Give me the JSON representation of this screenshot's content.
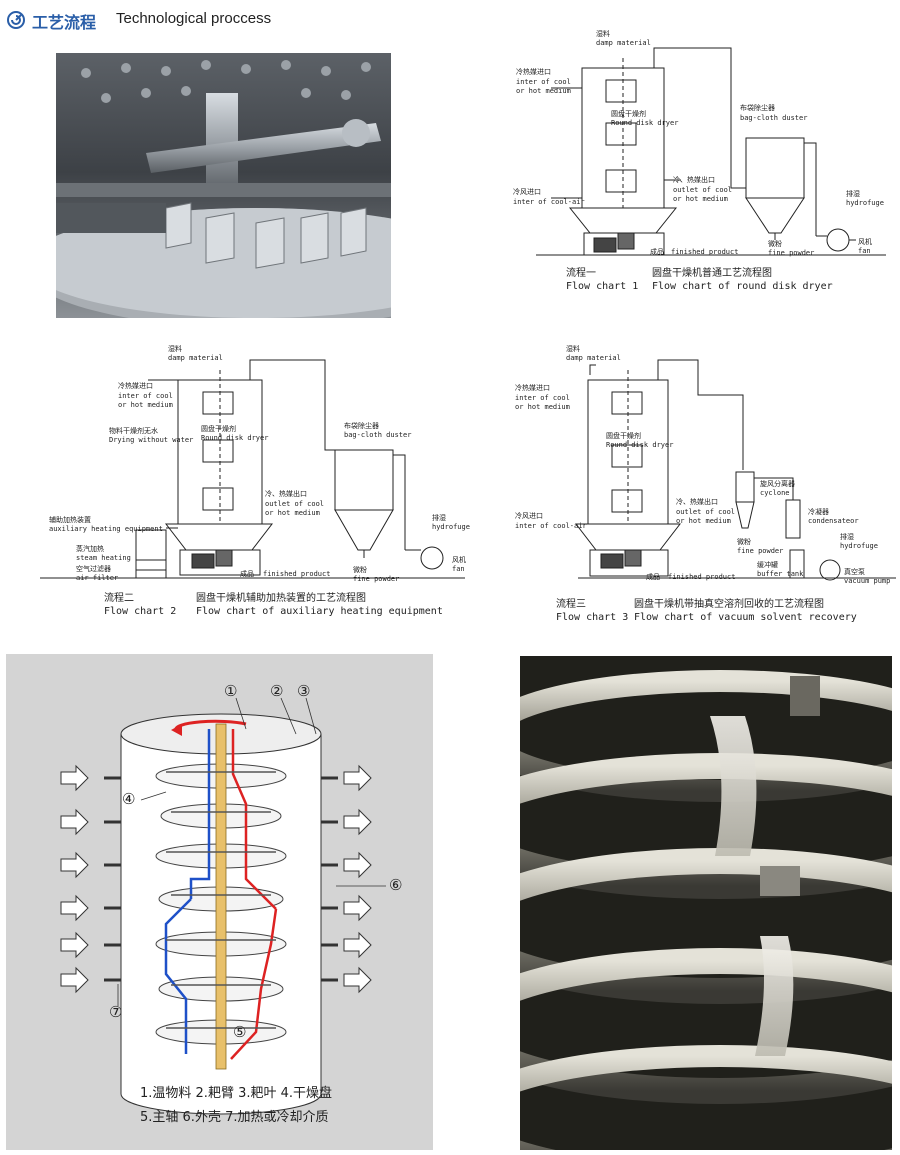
{
  "header": {
    "title_zh": "工艺流程",
    "title_en": "Technological proccess"
  },
  "chart1": {
    "damp_zh": "湿料",
    "damp_en": "damp material",
    "inlet_zh": "冷热媒进口",
    "inlet_en1": "inter of cool",
    "inlet_en2": "or hot medium",
    "disk_zh": "圆盘干燥剂",
    "disk_en": "Round disk dryer",
    "outlet_zh": "冷、热媒出口",
    "outlet_en1": "outlet of cool",
    "outlet_en2": "or hot medium",
    "air_zh": "冷风进口",
    "air_en": "inter of cool-air",
    "product_zh": "成品",
    "product_en": "finished product",
    "duster_zh": "布袋除尘器",
    "duster_en": "bag-cloth duster",
    "powder_zh": "微粉",
    "powder_en": "fine powder",
    "hydro_zh": "排湿",
    "hydro_en": "hydrofuge",
    "fan_zh": "风机",
    "fan_en": "fan",
    "caption_label_zh": "流程一",
    "caption_label_en": "Flow chart 1",
    "caption_zh": "圆盘干燥机普通工艺流程图",
    "caption_en": "Flow chart of round disk dryer"
  },
  "chart2": {
    "damp_zh": "湿料",
    "damp_en": "damp material",
    "inlet_zh": "冷热媒进口",
    "inlet_en1": "inter of cool",
    "inlet_en2": "or hot medium",
    "water_zh": "物料干燥剂无水",
    "water_en": "Drying without water",
    "disk_zh": "圆盘干燥剂",
    "disk_en": "Round disk dryer",
    "outlet_zh": "冷、热媒出口",
    "outlet_en1": "outlet of cool",
    "outlet_en2": "or hot medium",
    "aux_zh": "辅助加热装置",
    "aux_en": "auxiliary heating equipment",
    "steam_zh": "蒸汽加热",
    "steam_en": "steam heating",
    "filter_zh": "空气过滤器",
    "filter_en": "air filter",
    "product_zh": "成品",
    "product_en": "finished product",
    "duster_zh": "布袋除尘器",
    "duster_en": "bag-cloth duster",
    "powder_zh": "微粉",
    "powder_en": "fine powder",
    "hydro_zh": "排湿",
    "hydro_en": "hydrofuge",
    "fan_zh": "风机",
    "fan_en": "fan",
    "caption_label_zh": "流程二",
    "caption_label_en": "Flow chart 2",
    "caption_zh": "圆盘干燥机辅助加热装置的工艺流程图",
    "caption_en": "Flow chart of auxiliary heating equipment"
  },
  "chart3": {
    "damp_zh": "湿料",
    "damp_en": "damp material",
    "inlet_zh": "冷热媒进口",
    "inlet_en1": "inter of cool",
    "inlet_en2": "or hot medium",
    "disk_zh": "圆盘干燥剂",
    "disk_en": "Round disk dryer",
    "outlet_zh": "冷、热媒出口",
    "outlet_en1": "outlet of cool",
    "outlet_en2": "or hot medium",
    "air_zh": "冷风进口",
    "air_en": "inter of cool-air",
    "product_zh": "成品",
    "product_en": "finished product",
    "cyclone_zh": "旋风分离器",
    "cyclone_en": "cyclone",
    "cond_zh": "冷凝器",
    "cond_en": "condensateor",
    "powder_zh": "微粉",
    "powder_en": "fine powder",
    "buffer_zh": "缓冲罐",
    "buffer_en": "buffer tank",
    "hydro_zh": "排湿",
    "hydro_en": "hydrofuge",
    "pump_zh": "真空泵",
    "pump_en": "vacuum pump",
    "caption_label_zh": "流程三",
    "caption_label_en": "Flow chart 3",
    "caption_zh": "圆盘干燥机带抽真空溶剂回收的工艺流程图",
    "caption_en": "Flow chart of vacuum solvent recovery"
  },
  "diagram": {
    "callouts": [
      "①",
      "②",
      "③",
      "④",
      "⑤",
      "⑥",
      "⑦"
    ],
    "legend_line1": "1.温物料  2.耙臂  3.耙叶  4.干燥盘",
    "legend_line2": "5.主轴    6.外壳  7.加热或冷却介质"
  }
}
